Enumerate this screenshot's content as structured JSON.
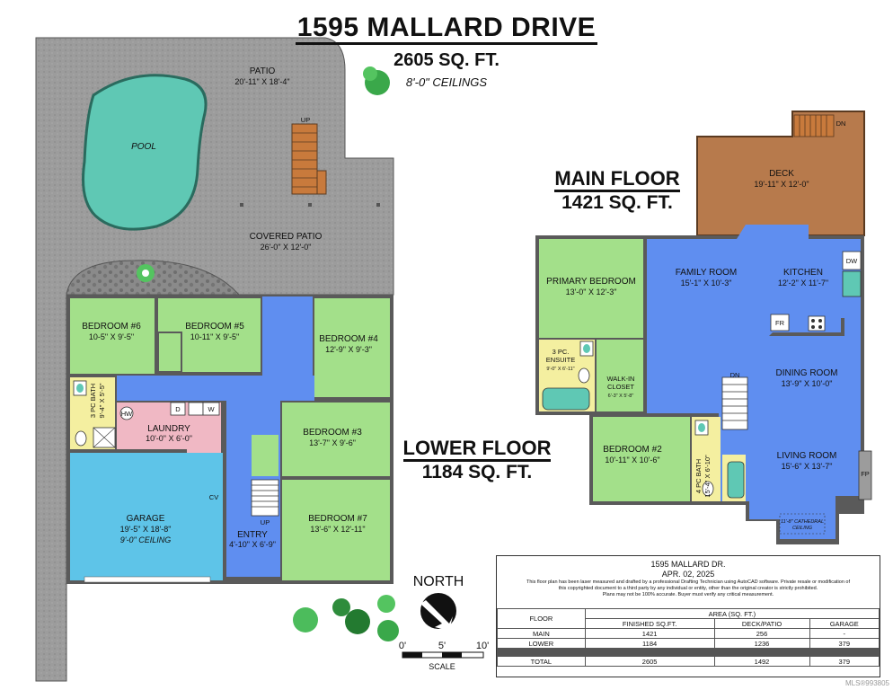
{
  "header": {
    "address": "1595 MALLARD DRIVE",
    "total_sqft": "2605 SQ. FT.",
    "ceilings": "8'-0\" CEILINGS"
  },
  "main_floor": {
    "name": "MAIN FLOOR",
    "sqft": "1421 SQ. FT.",
    "rooms": {
      "deck": [
        "DECK",
        "19'-11\" X 12'-0\""
      ],
      "family": [
        "FAMILY ROOM",
        "15'-1\" X 10'-3\""
      ],
      "kitchen": [
        "KITCHEN",
        "12'-2\" X 11'-7\""
      ],
      "primary": [
        "PRIMARY BEDROOM",
        "13'-0\" X 12'-3\""
      ],
      "ensuite": [
        "3 PC.",
        "ENSUITE",
        "9'-0\" X 6'-11\""
      ],
      "closet": [
        "WALK-IN",
        "CLOSET",
        "6'-3\" X 5'-8\""
      ],
      "dining": [
        "DINING ROOM",
        "13'-9\" X 10'-0\""
      ],
      "living": [
        "LIVING ROOM",
        "15'-6\" X 13'-7\""
      ],
      "bed2": [
        "BEDROOM #2",
        "10'-11\" X 10'-6\""
      ],
      "bath4": [
        "4 PC BATH",
        "15'-4\" X 6'-10\""
      ],
      "cathedral": [
        "11'-8\" CATHEDRAL",
        "CEILING"
      ]
    },
    "marks": {
      "dn": "DN",
      "dw": "DW",
      "fr": "FR",
      "fp": "FP",
      "deck_dn": "DN"
    }
  },
  "lower_floor": {
    "name": "LOWER FLOOR",
    "sqft": "1184 SQ. FT.",
    "rooms": {
      "patio": [
        "PATIO",
        "20'-11\" X 18'-4\""
      ],
      "pool": [
        "POOL"
      ],
      "covered": [
        "COVERED PATIO",
        "26'-0\" X 12'-0\""
      ],
      "bed6": [
        "BEDROOM #6",
        "10-5\" X 9'-5\""
      ],
      "bed5": [
        "BEDROOM #5",
        "10-11\" X 9'-5\""
      ],
      "bed4": [
        "BEDROOM #4",
        "12'-9\" X 9'-3\""
      ],
      "bath3": [
        "3 PC BATH",
        "9'-4\" X 5'-5\""
      ],
      "laundry": [
        "LAUNDRY",
        "10'-0\" X 6'-0\""
      ],
      "bed3": [
        "BEDROOM #3",
        "13'-7\" X 9'-6\""
      ],
      "garage": [
        "GARAGE",
        "19'-5\" X 18'-8\"",
        "9'-0\" CEILING"
      ],
      "entry": [
        "ENTRY",
        "4'-10\" X 6'-9\""
      ],
      "bed7": [
        "BEDROOM #7",
        "13'-6\" X 12'-11\""
      ]
    },
    "marks": {
      "up_patio": "UP",
      "up_entry": "UP",
      "hw": "HW",
      "d": "D",
      "w": "W",
      "cv": "CV"
    }
  },
  "compass": {
    "label": "NORTH"
  },
  "scale": {
    "ticks": [
      "0'",
      "5'",
      "10'"
    ],
    "label": "SCALE"
  },
  "info_box": {
    "address": "1595 MALLARD DR.",
    "date": "APR. 02, 2025",
    "disclaimer": [
      "This floor plan has been laser measured and drafted by a professional Drafting Technician using AutoCAD software. Private resale or modification of",
      "this copyrighted document to a third party by any individual or entity, other than the original creator is strictly prohibited.",
      "Plans may not be 100% accurate.  Buyer must verify any critical measurement."
    ],
    "area_header": "AREA (SQ. FT.)",
    "col_headers": [
      "FLOOR",
      "FINISHED SQ.FT.",
      "DECK/PATIO",
      "GARAGE"
    ],
    "rows": [
      [
        "MAIN",
        "1421",
        "256",
        "-"
      ],
      [
        "LOWER",
        "1184",
        "1236",
        "379"
      ],
      [
        "TOTAL",
        "2605",
        "1492",
        "379"
      ]
    ]
  },
  "watermark": "MLS®993805",
  "colors": {
    "patio": "#9e9e9e",
    "pool": "#5fc8b4",
    "bedroom": "#a3e08a",
    "hall": "#5f8ef0",
    "laundry": "#f0b8c4",
    "bath": "#f4efa0",
    "garage": "#5ec4e8",
    "deck": "#b77a4c",
    "stairs": "#c87a3c",
    "wall": "#5a5a5a"
  }
}
